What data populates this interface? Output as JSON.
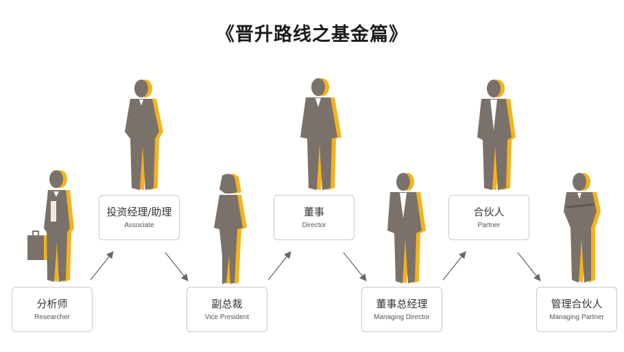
{
  "title": "《晋升路线之基金篇》",
  "colors": {
    "silhouette": "#7a716b",
    "shadow": "#f5b21a",
    "box_border": "#c9c9c9",
    "arrow": "#666666"
  },
  "nodes": [
    {
      "cn": "分析师",
      "en": "Researcher",
      "tier": "low"
    },
    {
      "cn": "投资经理/助理",
      "en": "Associate",
      "tier": "high"
    },
    {
      "cn": "副总裁",
      "en": "Vice President",
      "tier": "low"
    },
    {
      "cn": "董事",
      "en": "Director",
      "tier": "high"
    },
    {
      "cn": "董事总经理",
      "en": "Managing Director",
      "tier": "low"
    },
    {
      "cn": "合伙人",
      "en": "Partner",
      "tier": "high"
    },
    {
      "cn": "管理合伙人",
      "en": "Managing Partner",
      "tier": "low"
    }
  ],
  "edges": [
    [
      0,
      1
    ],
    [
      1,
      2
    ],
    [
      2,
      3
    ],
    [
      3,
      4
    ],
    [
      4,
      5
    ],
    [
      5,
      6
    ]
  ]
}
